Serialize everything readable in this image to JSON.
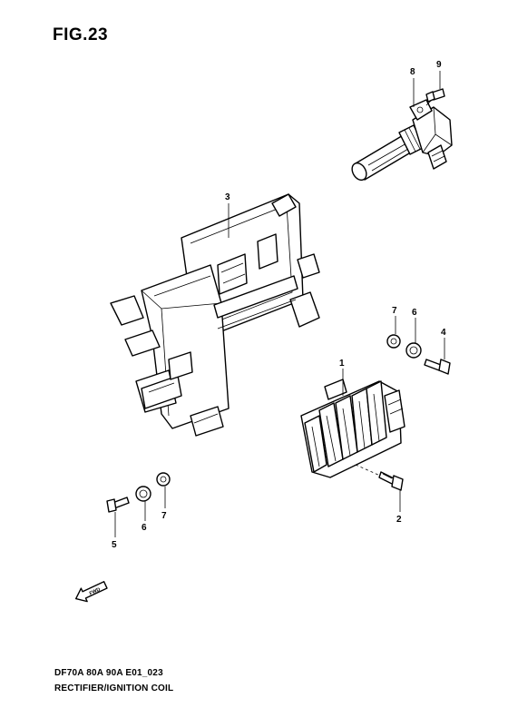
{
  "figure": {
    "title": "FIG.23",
    "caption_line1": "DF70A 80A 90A E01_023",
    "caption_line2": "RECTIFIER/IGNITION COIL"
  },
  "callouts": [
    {
      "id": "8",
      "label": "8"
    },
    {
      "id": "9",
      "label": "9"
    },
    {
      "id": "3",
      "label": "3"
    },
    {
      "id": "7a",
      "label": "7"
    },
    {
      "id": "6a",
      "label": "6"
    },
    {
      "id": "4",
      "label": "4"
    },
    {
      "id": "1",
      "label": "1"
    },
    {
      "id": "2",
      "label": "2"
    },
    {
      "id": "5",
      "label": "5"
    },
    {
      "id": "6b",
      "label": "6"
    },
    {
      "id": "7b",
      "label": "7"
    }
  ],
  "direction_marker": {
    "label": "FWD"
  }
}
